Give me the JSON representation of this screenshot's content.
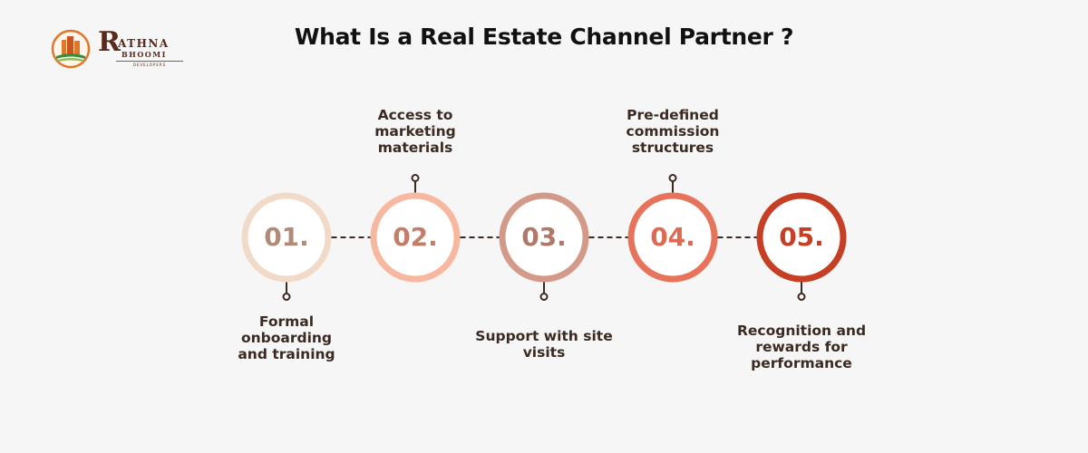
{
  "title": "What Is a Real Estate Channel Partner ?",
  "logo": {
    "initial": "R",
    "name": "ATHNA",
    "sub": "BHOOMI",
    "tagline": "DEVELOPERS",
    "colors": {
      "primary": "#5a2a1a",
      "accent": "#e0772b",
      "green": "#3c8a3a"
    }
  },
  "steps": [
    {
      "number": "01.",
      "label": "Formal onboarding and training",
      "label_position": "below",
      "ring_color": "#f2dac9",
      "number_color": "#b08b78"
    },
    {
      "number": "02.",
      "label": "Access to marketing materials",
      "label_position": "above",
      "ring_color": "#f8b8a0",
      "number_color": "#c47e68"
    },
    {
      "number": "03.",
      "label": "Support with site visits",
      "label_position": "below",
      "ring_color": "#d39a89",
      "number_color": "#b07868"
    },
    {
      "number": "04.",
      "label": "Pre-defined commission structures",
      "label_position": "above",
      "ring_color": "#e8735b",
      "number_color": "#de6a52"
    },
    {
      "number": "05.",
      "label": "Recognition and rewards for performance",
      "label_position": "below",
      "ring_color": "#c63e24",
      "number_color": "#c63e24"
    }
  ]
}
